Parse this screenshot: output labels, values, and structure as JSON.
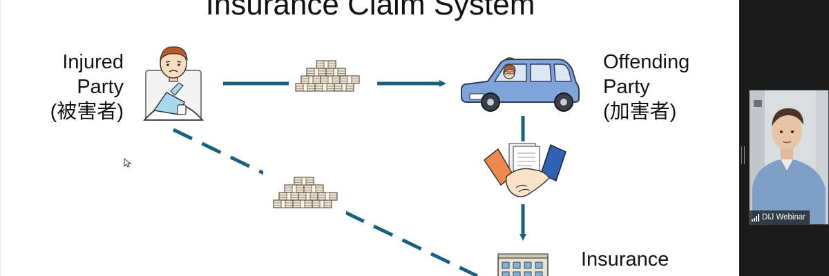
{
  "slide": {
    "title": "Insurance Claim System",
    "injured_party": {
      "lines": [
        "Injured",
        "Party",
        "(被害者)"
      ]
    },
    "offending_party": {
      "lines": [
        "Offending",
        "Party",
        "(加害者)"
      ]
    },
    "insurance": {
      "lines": [
        "Insurance"
      ]
    }
  },
  "video": {
    "participant_name": "DIJ Webinar"
  },
  "colors": {
    "arrow": "#19607c",
    "car": "#7fa4da",
    "money": "#ece2cf",
    "hand_left": "#ee8a4f",
    "hand_right": "#2f62b4",
    "sidebar": "#1b1b1b"
  }
}
